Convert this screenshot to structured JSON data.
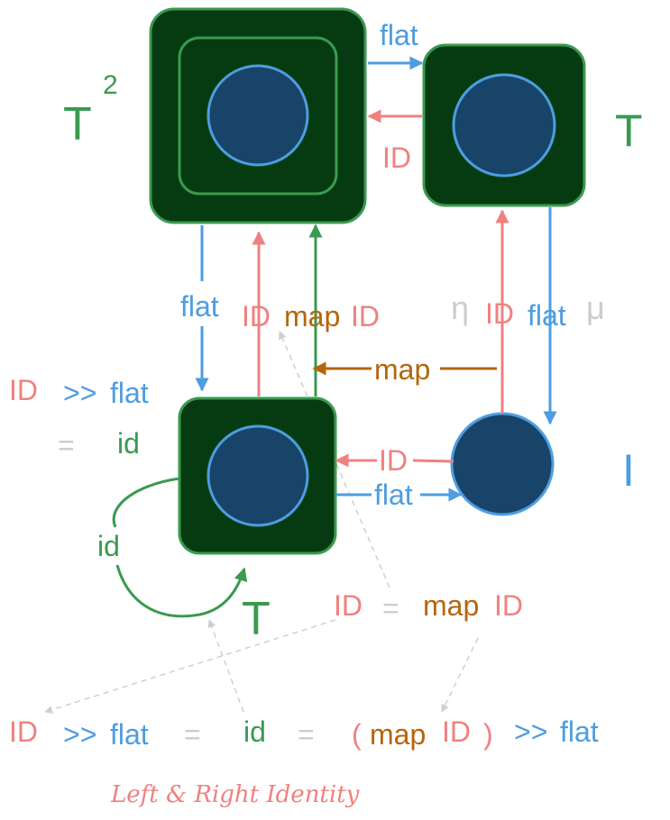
{
  "colors": {
    "green": "#3a9a4f",
    "dark_green": "#063b12",
    "blue": "#4d9de0",
    "navy": "#174468",
    "pink": "#f08080",
    "brown": "#b5660c",
    "gray": "#cccccc",
    "dashed": "#cfcfcf"
  },
  "labels": {
    "t_squared": "T",
    "t_squared_exp": "2",
    "t_right": "T",
    "t_bottom": "T",
    "identity_i": "I",
    "eta": "η",
    "mu": "μ"
  },
  "arrows": {
    "flat_top": "flat",
    "id_top": "ID",
    "flat_left": "flat",
    "id_left": "ID",
    "map_left": "map",
    "id_left2": "ID",
    "id_right": "ID",
    "flat_right": "flat",
    "map_middle": "map",
    "id_middle": "ID",
    "flat_middle": "flat",
    "id_loop": "id"
  },
  "left_equation": {
    "id": "ID",
    "op": ">>",
    "flat": "flat",
    "eq": "=",
    "rhs": "id"
  },
  "middle_equation": {
    "id": "ID",
    "eq": "=",
    "map": "map",
    "id2": "ID"
  },
  "bottom_equation": {
    "id": "ID",
    "op1": ">>",
    "flat1": "flat",
    "eq1": "=",
    "mid": "id",
    "eq2": "=",
    "lparen": "(",
    "map": "map",
    "id2": "ID",
    "rparen": ")",
    "op2": ">>",
    "flat2": "flat"
  },
  "caption": "Left & Right Identity"
}
